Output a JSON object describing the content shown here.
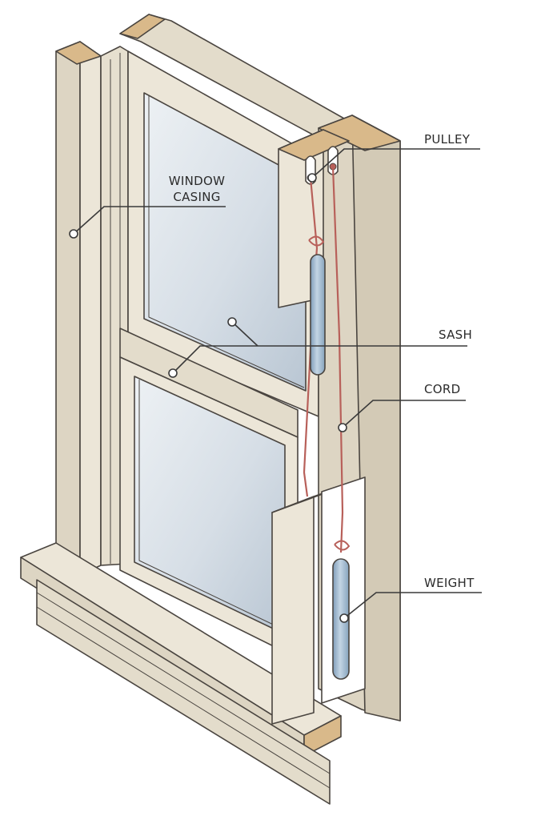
{
  "labels": {
    "window_casing_line1": "WINDOW",
    "window_casing_line2": "CASING",
    "pulley": "PULLEY",
    "sash": "SASH",
    "cord": "CORD",
    "weight": "WEIGHT"
  },
  "colors": {
    "wood_light": "#ece6d8",
    "wood_mid": "#ddd5c3",
    "wood_dark": "#c9bfa9",
    "end_grain": "#d9b98a",
    "outline": "#4a4540",
    "glass_top": "#e4e9ee",
    "glass_bottom": "#c4cfd9",
    "cord": "#b8605a",
    "weight_fill": "#9fb8cf",
    "leader": "#3a3a3a"
  }
}
